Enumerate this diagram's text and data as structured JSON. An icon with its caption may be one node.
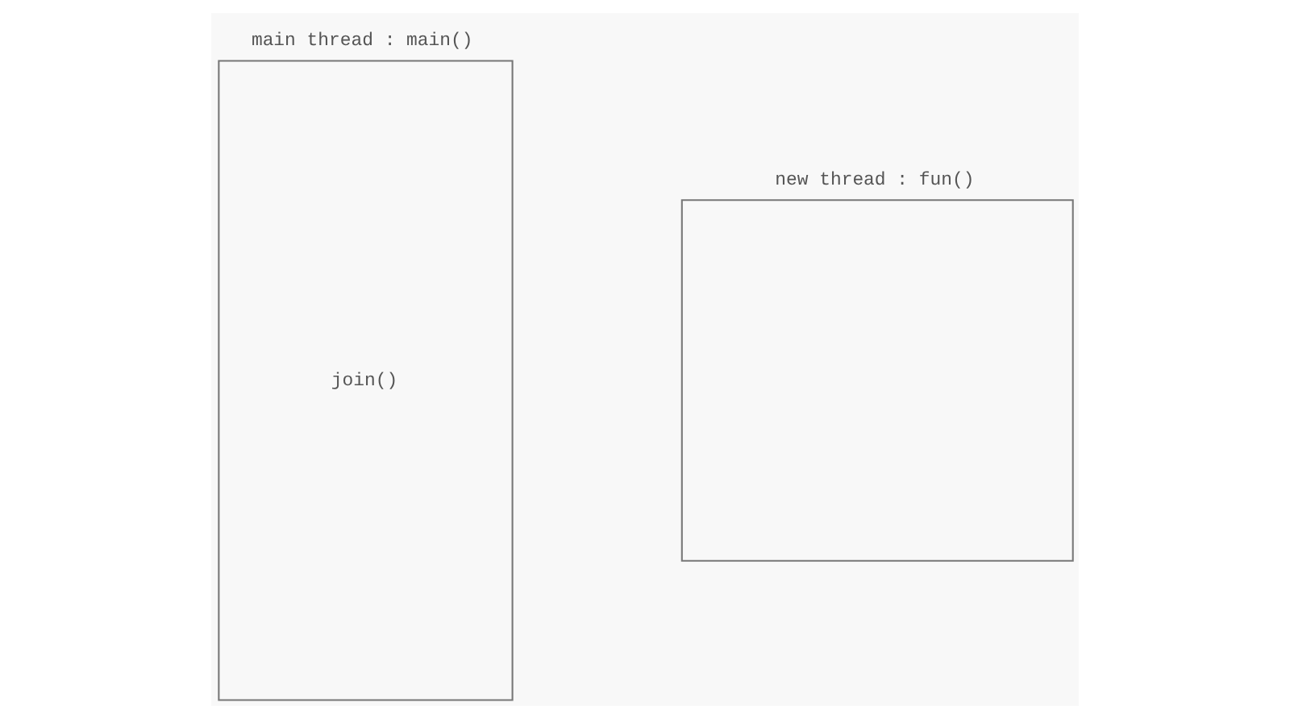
{
  "diagram": {
    "nodes": [
      {
        "text": [
          "main thread : main()",
          "join()"
        ]
      },
      {
        "text": [
          "new thread : fun()"
        ]
      }
    ]
  }
}
